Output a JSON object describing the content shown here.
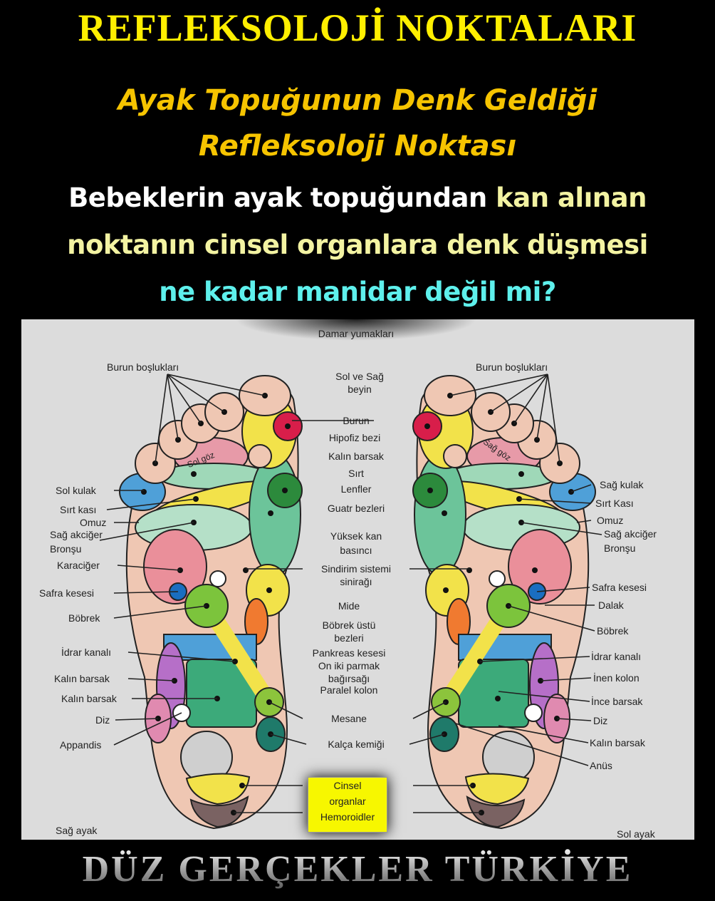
{
  "header": {
    "title": "REFLEKSOLOJİ NOKTALARI",
    "subtitle_line1": "Ayak Topuğunun Denk Geldiği",
    "subtitle_line2": "Refleksoloji Noktası",
    "message_line1_a": "Bebeklerin ayak topuğundan ",
    "message_line1_b": "kan alınan",
    "message_line2": "noktanın cinsel organlara denk düşmesi",
    "message_line3": "ne kadar manidar değil mi?"
  },
  "colors": {
    "title": "#ffef00",
    "subtitle": "#f6c400",
    "highlight": "#f3f3a2",
    "question": "#5ef0ec",
    "box": "#f7f700"
  },
  "diagram": {
    "left_labels": {
      "burun_bosluklari": "Burun boşlukları",
      "sol_kulak": "Sol kulak",
      "sirt_kasi": "Sırt kası",
      "omuz": "Omuz",
      "sag_akciger": "Sağ akciğer",
      "bronsu": "Bronşu",
      "karaciger": "Karaciğer",
      "safra_kesesi": "Safra kesesi",
      "bobrek": "Böbrek",
      "idrar_kanali": "İdrar kanalı",
      "kalin_barsak_1": "Kalın barsak",
      "kalin_barsak_2": "Kalın barsak",
      "diz": "Diz",
      "appandis": "Appandis",
      "foot_name": "Sağ ayak",
      "goz": "Sol göz"
    },
    "center_labels": {
      "damar_yumaklari": "Damar yumakları",
      "sol_ve_sag": "Sol ve Sağ",
      "beyin": "beyin",
      "burun": "Burun",
      "hipofiz_bezi": "Hipofiz bezi",
      "kalin_barsak": "Kalın barsak",
      "sirt": "Sırt",
      "lenfler": "Lenfler",
      "guatr_bezleri": "Guatr bezleri",
      "yuksek_kan": "Yüksek kan",
      "basinci": "basıncı",
      "sindirim_sistemi": "Sindirim sistemi",
      "siniragi": "sinirağı",
      "mide": "Mide",
      "bobrek_ustu": "Böbrek üstü",
      "bezleri": "bezleri",
      "pankreas_kesesi": "Pankreas kesesi",
      "on_iki_parmak": "On iki parmak",
      "bagirsagi": "bağırsağı",
      "paralel_kolon": "Paralel kolon",
      "mesane": "Mesane",
      "kalca_kemigi": "Kalça kemiği"
    },
    "highlight_box": {
      "line1": "Cinsel",
      "line2": "organlar",
      "line3": "Hemoroidler"
    },
    "right_labels": {
      "burun_bosluklari": "Burun boşlukları",
      "sag_kulak": "Sağ kulak",
      "sirt_kasi": "Sırt Kası",
      "omuz": "Omuz",
      "sag_akciger": "Sağ akciğer",
      "bronsu": "Bronşu",
      "safra_kesesi": "Safra kesesi",
      "dalak": "Dalak",
      "bobrek": "Böbrek",
      "idrar_kanali": "İdrar kanalı",
      "inen_kolon": "İnen kolon",
      "ince_barsak": "İnce barsak",
      "diz": "Diz",
      "kalin_barsak": "Kalın barsak",
      "anus": "Anüs",
      "foot_name": "Sol ayak",
      "goz": "Sağ göz"
    }
  },
  "footer": {
    "brand": "DÜZ GERÇEKLER TÜRKİYE"
  }
}
